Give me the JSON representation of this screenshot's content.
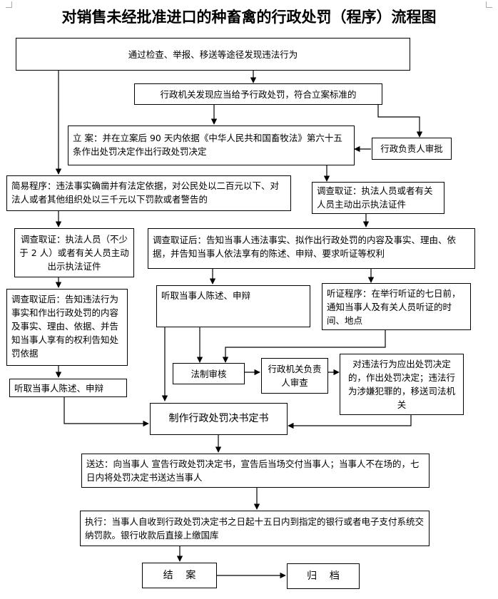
{
  "title": "对销售未经批准进口的种畜禽的行政处罚（程序）流程图",
  "nodes": {
    "discover": "通过检查、举报、移送等途径发现违法行为",
    "agency_finds": "行政机关发现应当给予行政处罚，符合立案标准的",
    "filing": "立 案：并在立案后 90 天内依据《中华人民共和国畜牧法》第六十五条作出处罚决定作出行政处罚决定",
    "officer_approval": "行政负责人审批",
    "simple_procedure": "简易程序：违法事实确凿并有法定依据，对公民处以二百元以下、对法人或者其他组织处以三千元以下罚款或者警告的",
    "investigation_right": "调查取证：执法人员或者有关人员主动出示执法证件",
    "investigation_left": "调查取证：执法人员（不少于 2 人）或者有关人员主动出示执法证件",
    "after_investigation_right": "调查取证后：告知当事人违法事实、拟作出行政处罚的内容及事实、理由、依据，并告知当事人依法享有的陈述、申辩、要求听证等权利",
    "after_investigation_left": "调查取证后：告知违法行为事实和作出行政处罚的内容及事实、理由、依据、并告知当事人享有的权利告知处罚依据",
    "hear_statement_mid": "听取当事人陈述、申辩",
    "hearing_procedure": "听证程序：在举行听证的七日前，通知当事人及有关人员听证的时间、地点",
    "hear_statement_left": "听取当事人陈述、申辩",
    "legal_review": "法制审核",
    "agency_head_review": "行政机关负责人审查",
    "decision_or_transfer": "对违法行为应出处罚决定的，作出处罚决定；违法行为涉嫌犯罪的，移送司法机关",
    "make_decision": "制作行政处罚决书定书",
    "delivery": "送达：向当事人 宣告行政处罚决定书，宣告后当场交付当事人；当事人不在场的，七日内将处罚决定书送达当事人",
    "execution": "执行：当事人自收到行政处罚决定书之日起十五日内到指定的银行或者电子支付系统交纳罚款。银行收款后直接上缴国库",
    "close_case": "结    案",
    "archive": "归    档"
  }
}
